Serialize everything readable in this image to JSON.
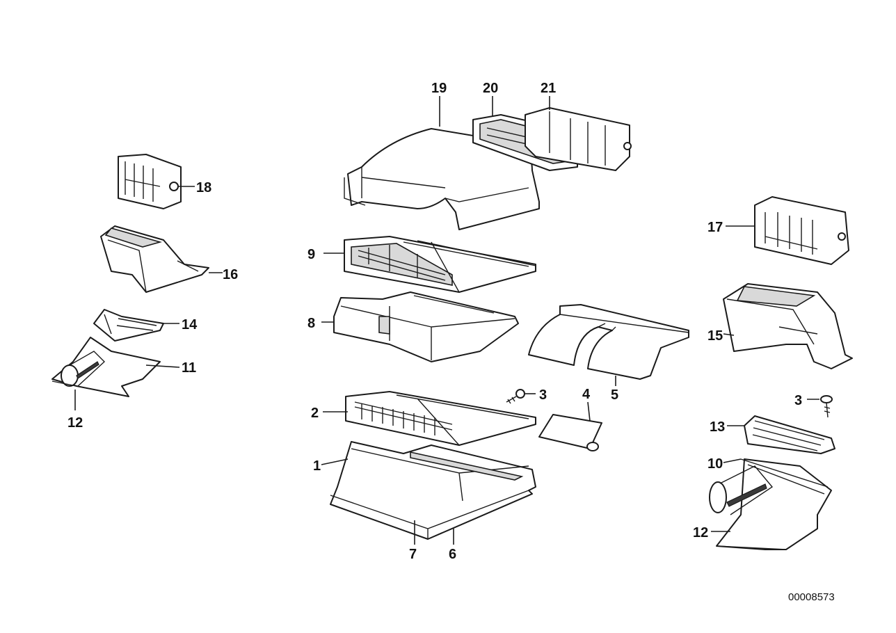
{
  "callouts": [
    "1",
    "2",
    "3",
    "3",
    "4",
    "5",
    "6",
    "7",
    "8",
    "9",
    "10",
    "11",
    "12",
    "12",
    "13",
    "14",
    "15",
    "16",
    "17",
    "18",
    "19",
    "20",
    "21"
  ],
  "reference_number": "00008573"
}
